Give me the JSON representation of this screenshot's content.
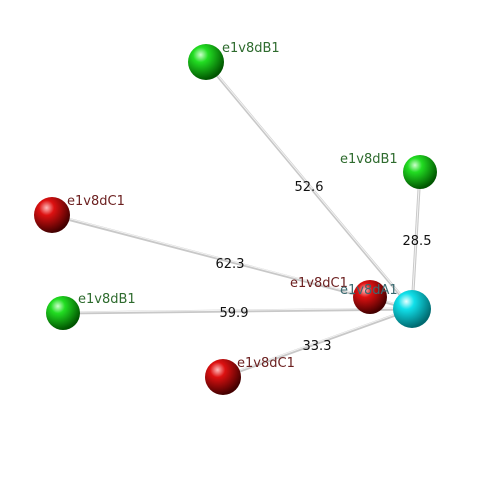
{
  "colors": {
    "green_node": "#00cc00",
    "red_node": "#cc0000",
    "cyan_node": "#00e5ee",
    "green_label": "#2e6b2e",
    "red_label": "#6b1f1f",
    "cyan_label": "#3a6a70",
    "edge": "#c8c8c8"
  },
  "nodes": [
    {
      "id": "g_top",
      "label": "e1v8dB1",
      "kind": "green"
    },
    {
      "id": "g_right",
      "label": "e1v8dB1",
      "kind": "green"
    },
    {
      "id": "r_left",
      "label": "e1v8dC1",
      "kind": "red"
    },
    {
      "id": "g_left",
      "label": "e1v8dB1",
      "kind": "green"
    },
    {
      "id": "r_center",
      "label": "e1v8dC1",
      "kind": "red"
    },
    {
      "id": "r_bottom",
      "label": "e1v8dC1",
      "kind": "red"
    },
    {
      "id": "hub",
      "label": "e1v8dA1",
      "kind": "cyan"
    }
  ],
  "edges": [
    {
      "from": "hub",
      "to": "g_top",
      "label": "52.6"
    },
    {
      "from": "hub",
      "to": "g_right",
      "label": "28.5"
    },
    {
      "from": "hub",
      "to": "r_left",
      "label": "62.3"
    },
    {
      "from": "hub",
      "to": "g_left",
      "label": "59.9"
    },
    {
      "from": "hub",
      "to": "r_bottom",
      "label": "33.3"
    }
  ]
}
